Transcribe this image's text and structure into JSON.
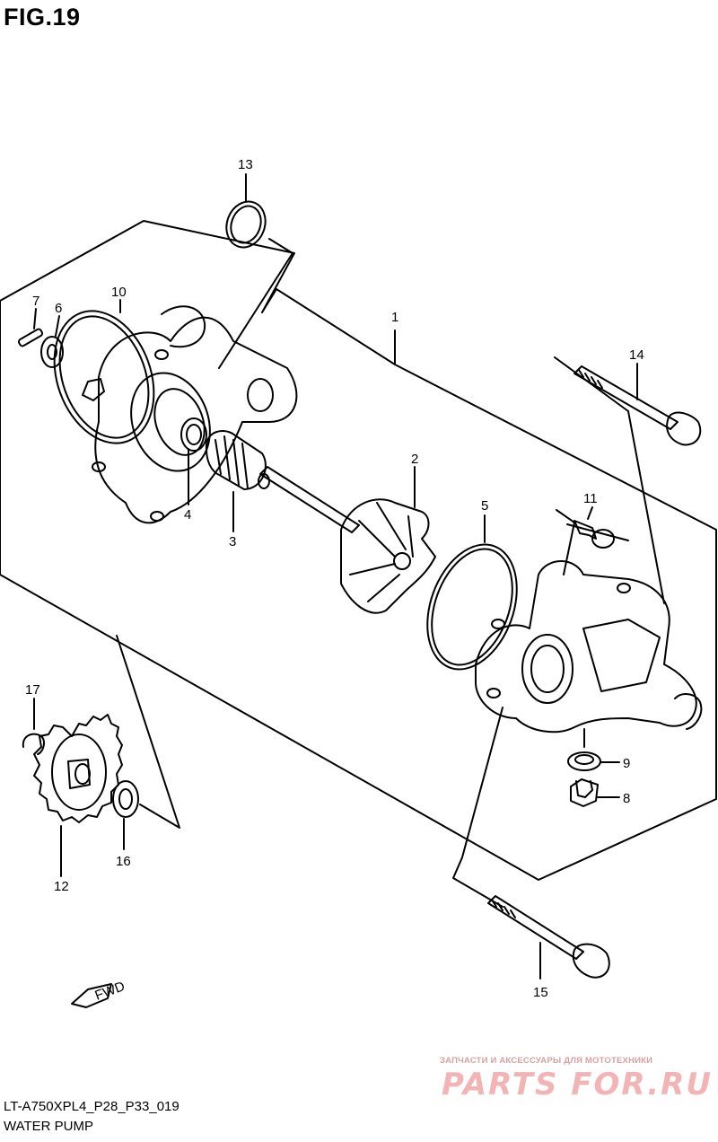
{
  "figure": {
    "title": "FIG.19",
    "code": "LT-A750XPL4_P28_P33_019",
    "name": "WATER PUMP"
  },
  "callouts": [
    "1",
    "2",
    "3",
    "4",
    "5",
    "6",
    "7",
    "8",
    "9",
    "10",
    "11",
    "12",
    "13",
    "14",
    "15",
    "16",
    "17"
  ],
  "fwd_label": "FWD",
  "watermark": {
    "subtitle": "ЗАПЧАСТИ И АКСЕССУАРЫ ДЛЯ МОТОТЕХНИКИ",
    "logo": "PARTS FOR.RU"
  },
  "colors": {
    "line": "#000000",
    "watermark": "#f2b4b4"
  }
}
